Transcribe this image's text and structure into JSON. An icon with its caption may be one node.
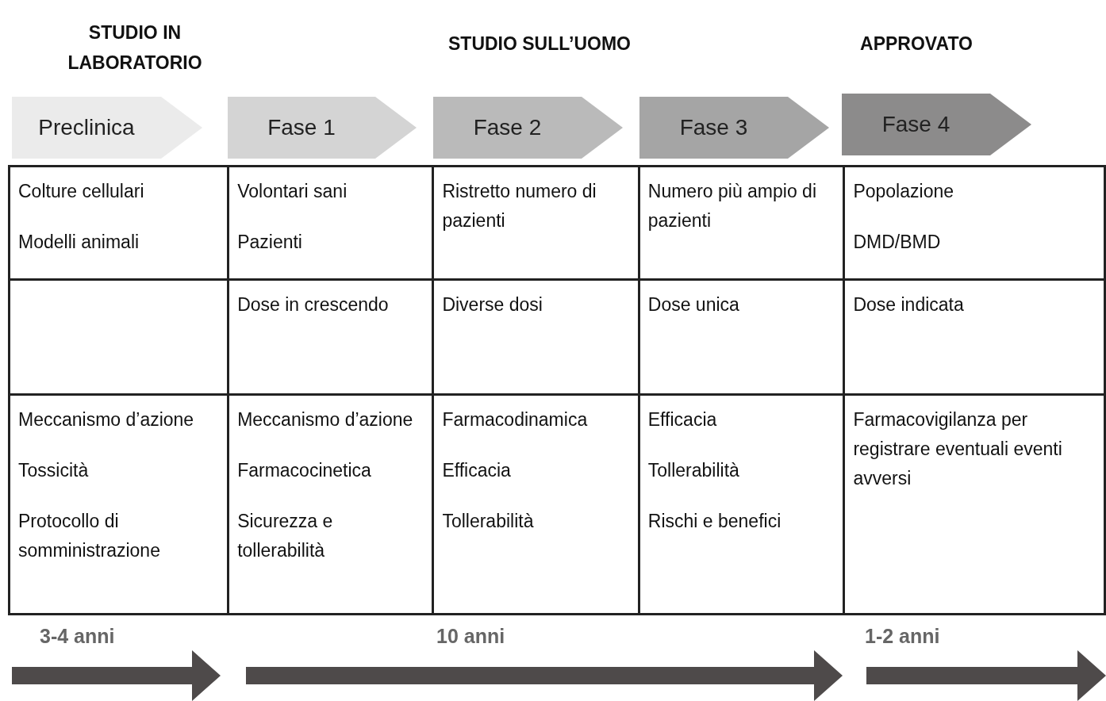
{
  "diagram": {
    "nodes": [
      {
        "text": [
          "Preclinica"
        ]
      },
      {
        "text": [
          "Fase 1"
        ]
      },
      {
        "text": [
          "Fase 2"
        ]
      },
      {
        "text": [
          "Fase 3"
        ]
      },
      {
        "text": [
          "Fase 4"
        ]
      }
    ],
    "labels": [
      "STUDIO IN LABORATORIO",
      "STUDIO SULL’UOMO",
      "APPROVATO",
      "Colture cellulari",
      "Modelli animali",
      "Volontari sani",
      "Pazienti",
      "Ristretto numero di pazienti",
      "Numero più ampio di pazienti",
      "Popolazione",
      "DMD/BMD",
      "Dose in crescendo",
      "Diverse dosi",
      "Dose unica",
      "Dose indicata",
      "Meccanismo d’azione",
      "Tossicità",
      "Protocollo di somministrazione",
      "Meccanismo d’azione",
      "Farmacocinetica",
      "Sicurezza e tollerabilità",
      "Farmacodinamica",
      "Efficacia",
      "Tollerabilità",
      "Efficacia",
      "Tollerabilità",
      "Rischi e benefici",
      "Farmacovigilanza per registrare eventuali eventi avversi",
      "3-4 anni",
      "10 anni",
      "1-2 anni"
    ]
  }
}
